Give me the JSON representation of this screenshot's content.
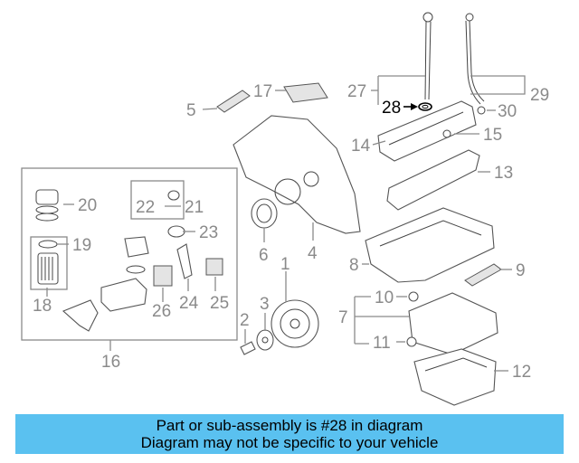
{
  "callouts": {
    "c1": "1",
    "c2": "2",
    "c3": "3",
    "c4": "4",
    "c5": "5",
    "c6": "6",
    "c7": "7",
    "c8": "8",
    "c9": "9",
    "c10": "10",
    "c11": "11",
    "c12": "12",
    "c13": "13",
    "c14": "14",
    "c15": "15",
    "c16": "16",
    "c17": "17",
    "c18": "18",
    "c19": "19",
    "c20": "20",
    "c21": "21",
    "c22": "22",
    "c23": "23",
    "c24": "24",
    "c25": "25",
    "c26": "26",
    "c27": "27",
    "c28": "28",
    "c29": "29",
    "c30": "30"
  },
  "highlight": {
    "part": "28",
    "color": "#000000"
  },
  "banner": {
    "line1": "Part or sub-assembly is #28 in diagram",
    "line2": "Diagram may not be specific to your vehicle",
    "color": "#5ac1f0"
  }
}
